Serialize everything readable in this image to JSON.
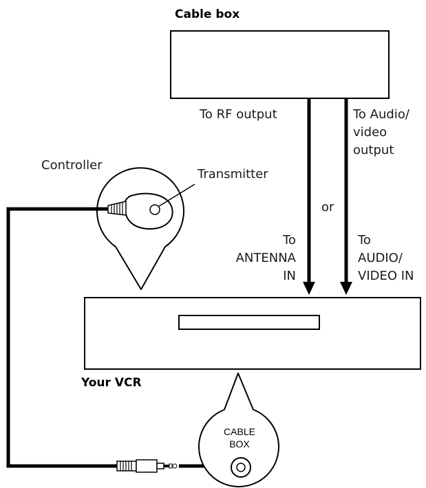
{
  "diagram": {
    "cable_box": {
      "title": "Cable box"
    },
    "vcr": {
      "title": "Your VCR"
    },
    "labels": {
      "rf_output": "To RF output",
      "av_output": [
        "To Audio/",
        "video",
        "output"
      ],
      "or": "or",
      "antenna_in": [
        "To",
        "ANTENNA",
        "IN"
      ],
      "av_in": [
        "To",
        "AUDIO/",
        "VIDEO IN"
      ],
      "controller": "Controller",
      "transmitter": "Transmitter",
      "cable_box_jack": [
        "CABLE",
        "BOX"
      ]
    },
    "colors": {
      "line": "#000000",
      "background": "#ffffff"
    }
  }
}
